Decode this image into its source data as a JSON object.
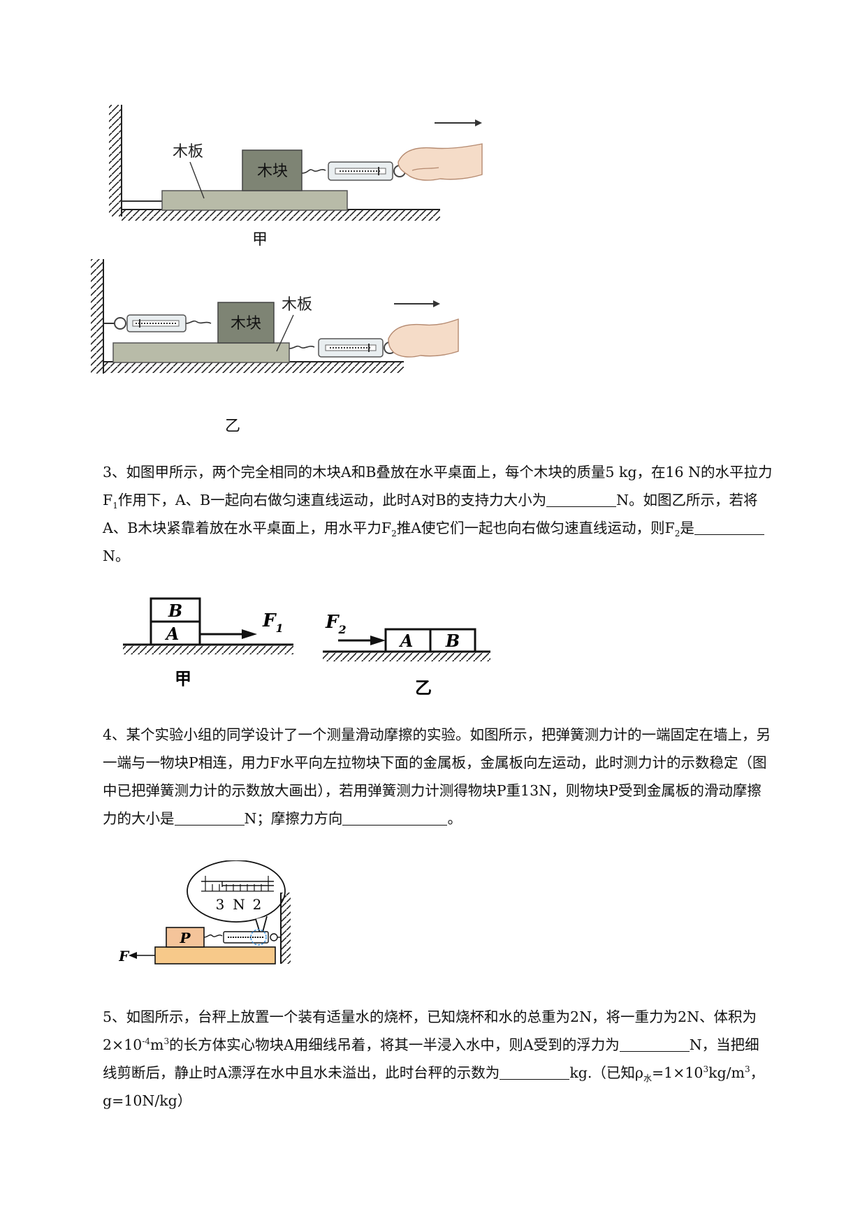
{
  "fig_jia": {
    "board": "木板",
    "block": "木块",
    "caption": "甲"
  },
  "fig_yi": {
    "board": "木板",
    "block": "木块",
    "caption": "乙"
  },
  "q3": {
    "p1": "3、如图甲所示，两个完全相同的木块A和B叠放在水平桌面上，每个木块的质量5 kg，在16 N的水平拉力F",
    "p1_sub": "1",
    "p2": "作用下，A、B一起向右做匀速直线运动，此时A对B的支持力大小为",
    "p3": "N。如图乙所示，若将A、B木块紧靠着放在水平桌面上，用水平力F",
    "p3_sub": "2",
    "p4": "推A使它们一起也向右做匀速直线运动，则F",
    "p4_sub": "2",
    "p5": "是",
    "p6": "N。"
  },
  "fig_q3": {
    "block_a": "A",
    "block_b": "B",
    "f1": "F",
    "f1_sub": "1",
    "f2": "F",
    "f2_sub": "2",
    "caption_jia": "甲",
    "caption_yi": "乙"
  },
  "q4": {
    "p1": "4、某个实验小组的同学设计了一个测量滑动摩擦的实验。如图所示，把弹簧测力计的一端固定在墙上，另一端与一物块P相连，用力F水平向左拉物块下面的金属板，金属板向左运动，此时测力计的示数稳定（图中已把弹簧测力计的示数放大画出），若用弹簧测力计测得物块P重13N，则物块P受到金属板的滑动摩擦力的大小是",
    "p2": "N；摩擦力方向",
    "p3": "。"
  },
  "fig_q4": {
    "scale_left": "3",
    "scale_unit": "N",
    "scale_right": "2",
    "block": "P",
    "force": "F"
  },
  "q5": {
    "p1": "5、如图所示，台秤上放置一个装有适量水的烧杯，已知烧杯和水的总重为2N，将一重力为2N、体积为2×10",
    "p1_sup": "-4",
    "p2": "m",
    "p2_sup": "3",
    "p3": "的长方体实心物块A用细线吊着，将其一半浸入水中，则A受到的浮力为",
    "p4": "N，当把细线剪断后，静止时A漂浮在水中且水未溢出，此时台秤的示数为",
    "p5": "kg.（已知ρ",
    "p5_sub": "水",
    "p6": "=1×10",
    "p6_sup": "3",
    "p7": "kg/m",
    "p7_sup": "3",
    "p8": "，g=10N/kg）"
  }
}
